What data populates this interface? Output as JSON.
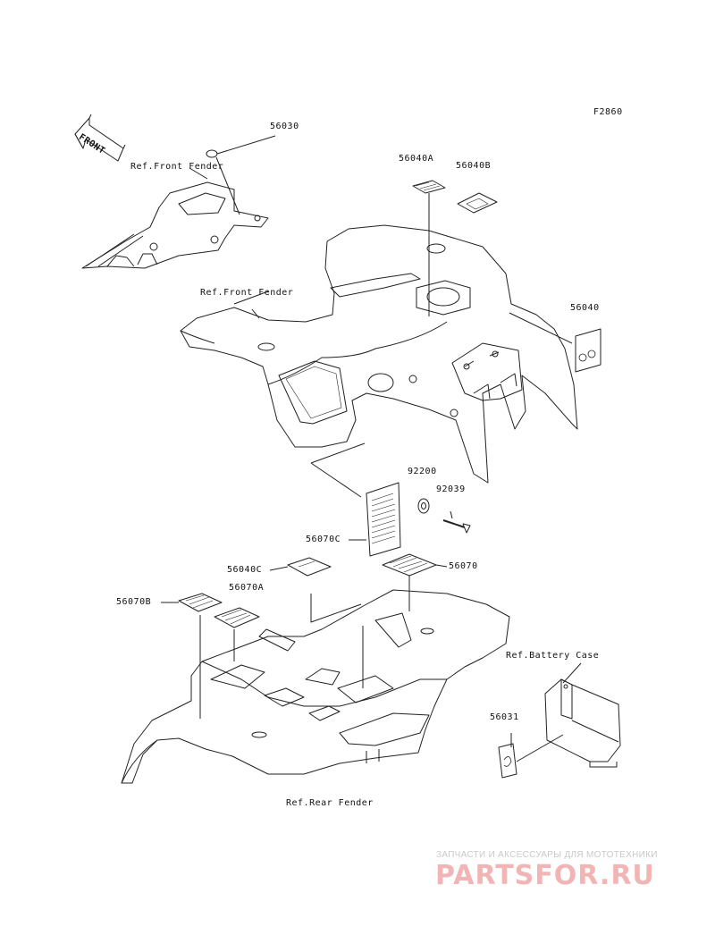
{
  "figure_code": "F2860",
  "front_arrow_label": "FRONT",
  "labels": {
    "ref_front_fender_1": "Ref.Front Fender",
    "ref_front_fender_2": "Ref.Front Fender",
    "ref_battery_case": "Ref.Battery Case",
    "ref_rear_fender": "Ref.Rear Fender"
  },
  "parts": {
    "p56030": "56030",
    "p56040A": "56040A",
    "p56040B": "56040B",
    "p56040": "56040",
    "p92200": "92200",
    "p92039": "92039",
    "p56070C": "56070C",
    "p56040C": "56040C",
    "p56070": "56070",
    "p56070A": "56070A",
    "p56070B": "56070B",
    "p56031": "56031"
  },
  "watermark": {
    "subtitle": "ЗАПЧАСТИ И АКСЕССУАРЫ ДЛЯ МОТОТЕХНИКИ",
    "logo": "PARTSFOR.RU"
  },
  "colors": {
    "line": "#222222",
    "watermark_logo": "#f2b5b5",
    "watermark_text": "#c9c9c9"
  }
}
